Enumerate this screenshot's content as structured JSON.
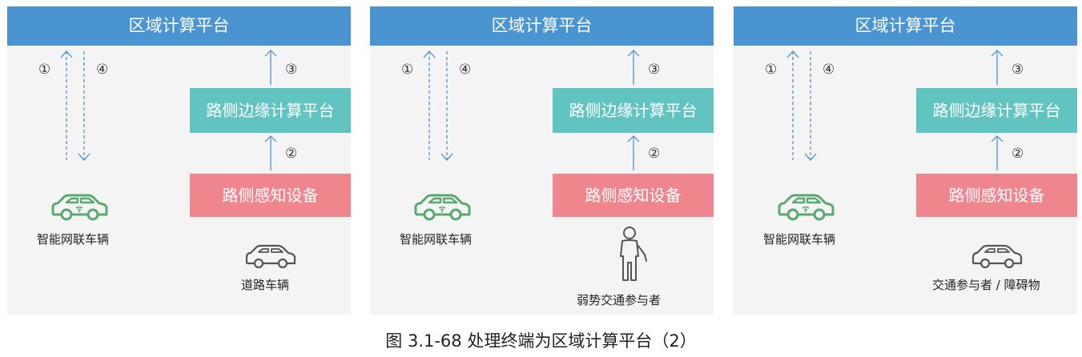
{
  "colors": {
    "header_bg": "#4a94d1",
    "edge_bg": "#62c4c1",
    "sense_bg": "#ef858d",
    "panel_bg": "#f4f4f4",
    "arrow": "#5b9bd5",
    "car_green": "#5aa870"
  },
  "panels": [
    {
      "header": "区域计算平台",
      "edge_label": "路侧边缘计算平台",
      "sense_label": "路侧感知设备",
      "markers": [
        "①",
        "④",
        "③",
        "②"
      ],
      "vehicle_label": "智能网联车辆",
      "bottom_label": "道路车辆",
      "bottom_icon": "car-outline-icon"
    },
    {
      "header": "区域计算平台",
      "edge_label": "路侧边缘计算平台",
      "sense_label": "路侧感知设备",
      "markers": [
        "①",
        "④",
        "③",
        "②"
      ],
      "vehicle_label": "智能网联车辆",
      "bottom_label": "弱势交通参与者",
      "bottom_icon": "pedestrian-icon"
    },
    {
      "header": "区域计算平台",
      "edge_label": "路侧边缘计算平台",
      "sense_label": "路侧感知设备",
      "markers": [
        "①",
        "④",
        "③",
        "②"
      ],
      "vehicle_label": "智能网联车辆",
      "bottom_label": "交通参与者 / 障碍物",
      "bottom_icon": "car-outline-icon"
    }
  ],
  "caption": "图 3.1-68  处理终端为区域计算平台（2）"
}
